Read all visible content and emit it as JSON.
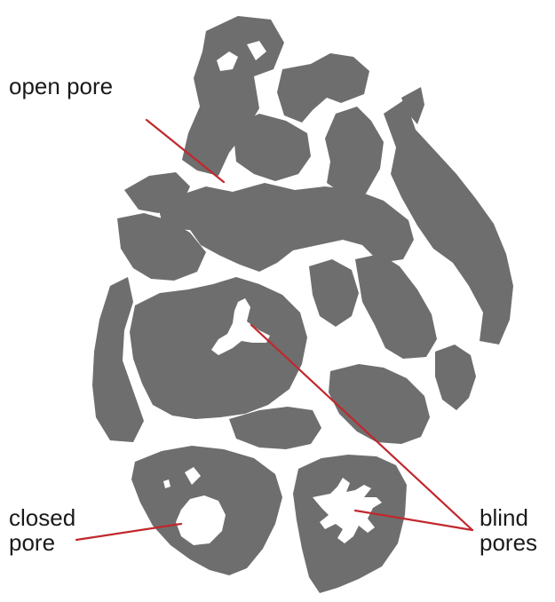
{
  "labels": {
    "open_pore": "open pore",
    "closed_pore_line1": "closed",
    "closed_pore_line2": "pore",
    "blind_pores_line1": "blind",
    "blind_pores_line2": "pores"
  },
  "colors": {
    "grain": "#6e6e6e",
    "pore": "#ffffff",
    "leader_line": "#c0282d",
    "text": "#1a1a1a"
  }
}
